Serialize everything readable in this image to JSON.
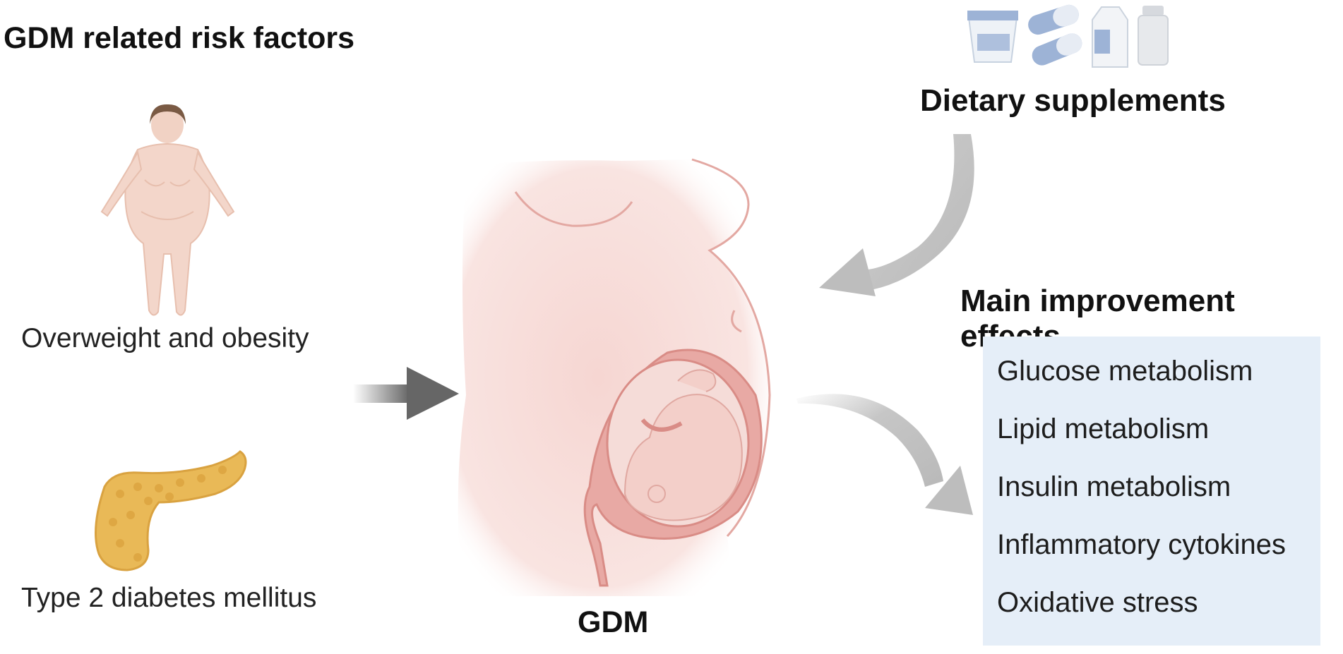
{
  "risk_factors": {
    "title": "GDM related risk factors",
    "items": [
      {
        "label": "Overweight and obesity",
        "icon": "obese-woman-icon"
      },
      {
        "label": "Type 2 diabetes mellitus",
        "icon": "pancreas-icon"
      }
    ]
  },
  "center": {
    "label": "GDM",
    "icon": "pregnant-uterus-fetus-icon"
  },
  "supplements": {
    "title": "Dietary supplements",
    "icons": [
      "yogurt-cup-icon",
      "capsule-pills-icon",
      "milk-carton-icon",
      "supplement-bottle-icon"
    ]
  },
  "effects": {
    "title": "Main improvement effects",
    "items": [
      "Glucose metabolism",
      "Lipid metabolism",
      "Insulin metabolism",
      "Inflammatory cytokines",
      "Oxidative stress"
    ]
  },
  "colors": {
    "arrow_dark": "#6b6b6b",
    "arrow_light": "#bdbdbd",
    "skin": "#f4d7cc",
    "uterus": "#e8a9a4",
    "pancreas": "#e9b957",
    "effects_box": "#e5eef8"
  }
}
